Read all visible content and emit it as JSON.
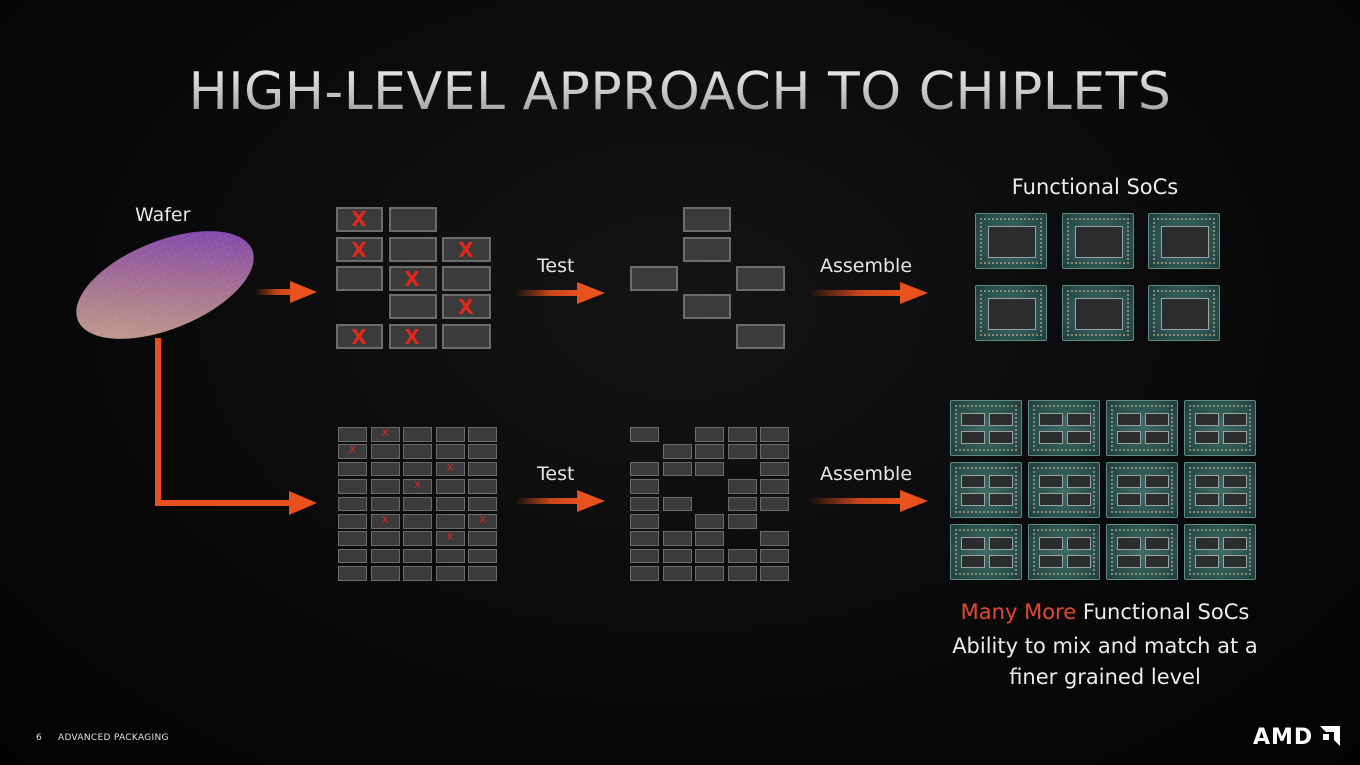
{
  "slide": {
    "title": "HIGH-LEVEL APPROACH TO CHIPLETS",
    "page_number": "6",
    "footer_text": "ADVANCED PACKAGING",
    "logo_text": "AMD"
  },
  "labels": {
    "wafer": "Wafer",
    "test_top": "Test",
    "assemble_top": "Assemble",
    "test_bottom": "Test",
    "assemble_bottom": "Assemble",
    "functional_socs": "Functional SoCs",
    "many_more": "Many More",
    "many_more_rest": " Functional SoCs",
    "ability_line1": "Ability to mix and match at a",
    "ability_line2": "finer grained level"
  },
  "defect_mark": "X",
  "colors": {
    "accent_orange": "#e8501e",
    "defect_red": "#e0281d",
    "many_more_red": "#e2492f"
  }
}
